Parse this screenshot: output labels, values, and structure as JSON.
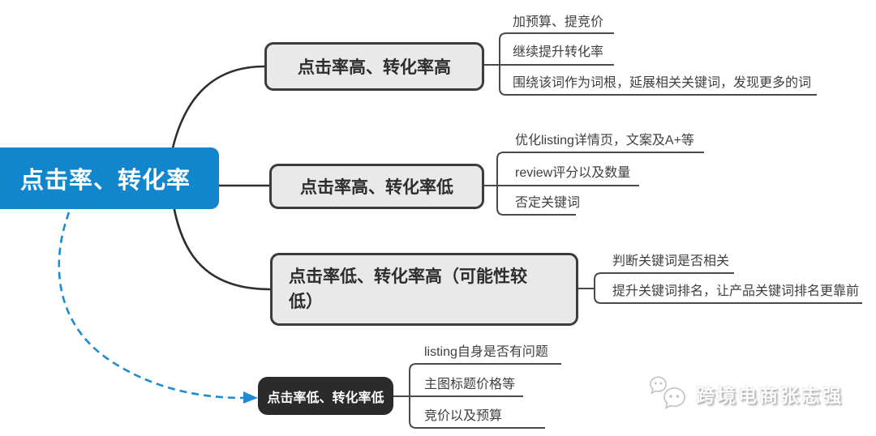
{
  "colors": {
    "root_bg": "#1286cd",
    "branch_bg": "#e9e9e9",
    "branch_border": "#3c3c3c",
    "dark_branch_bg": "#2b2b2b",
    "connector": "#4a4a4a",
    "root_connector": "#2f2f2f",
    "dashed_arrow": "#1e8ad2",
    "branch_text": "#2d2d2d",
    "leaf_text": "#3f3f3f"
  },
  "root": {
    "label": "点击率、转化率"
  },
  "branches": [
    {
      "label": "点击率高、转化率高",
      "leaves": [
        "加预算、提竞价",
        "继续提升转化率",
        "围绕该词作为词根，延展相关关键词，发现更多的词"
      ]
    },
    {
      "label": "点击率高、转化率低",
      "leaves": [
        "优化listing详情页，文案及A+等",
        "review评分以及数量",
        "否定关键词"
      ]
    },
    {
      "label": "点击率低、转化率高（可能性较低）",
      "leaves": [
        "判断关键词是否相关",
        "提升关键词排名，让产品关键词排名更靠前"
      ]
    },
    {
      "label": "点击率低、转化率低",
      "leaves": [
        "listing自身是否有问题",
        "主图标题价格等",
        "竞价以及预算"
      ]
    }
  ],
  "watermark": {
    "icon": "wechat-icon",
    "text": "跨境电商张志强"
  }
}
